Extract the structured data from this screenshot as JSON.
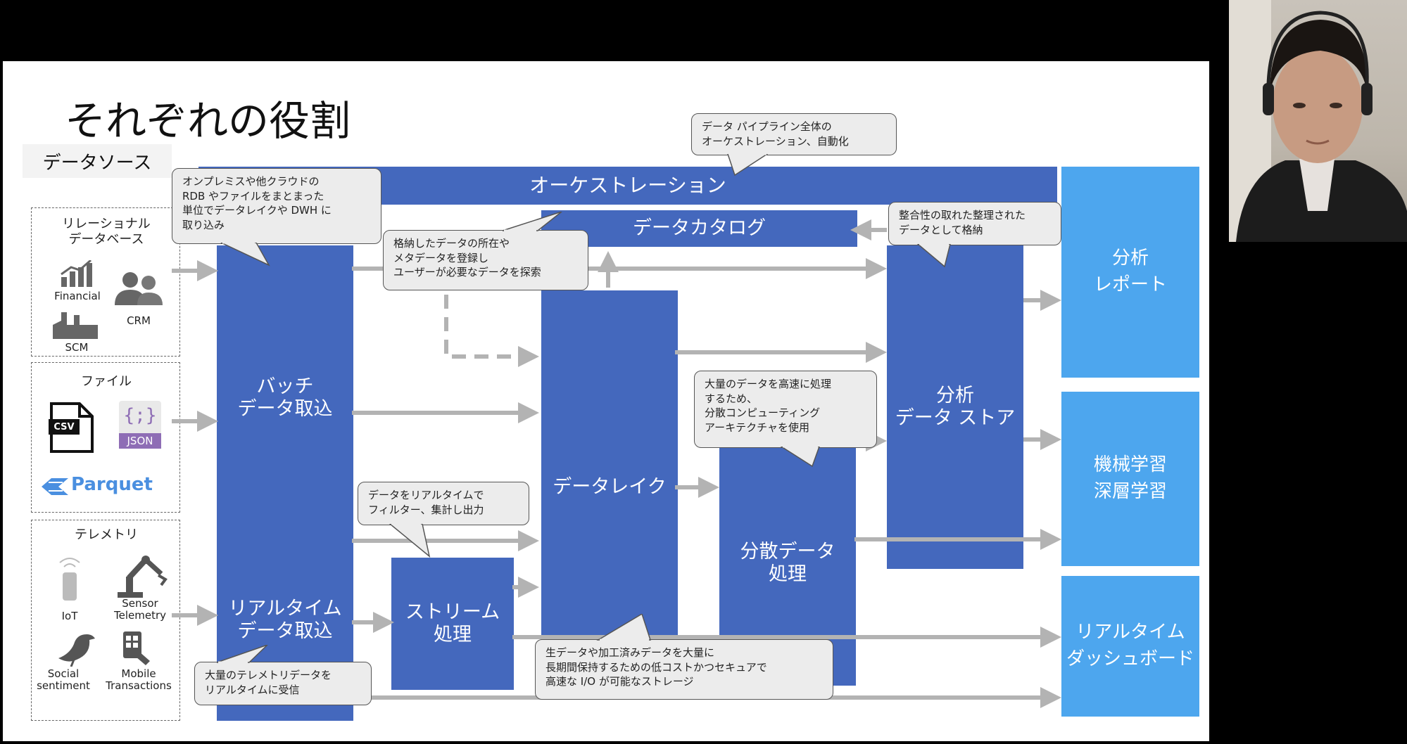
{
  "slide": {
    "title": "それぞれの役割",
    "data_source_header": "データソース",
    "sources": {
      "relational": {
        "title": "リレーショナル\nデータベース",
        "financial": "Financial",
        "crm": "CRM",
        "scm": "SCM"
      },
      "files": {
        "title": "ファイル",
        "csv": "CSV",
        "json": "JSON",
        "parquet": "Parquet"
      },
      "telemetry": {
        "title": "テレメトリ",
        "iot": "IoT",
        "sensor": "Sensor\nTelemetry",
        "social": "Social\nsentiment",
        "mobile": "Mobile\nTransactions"
      }
    },
    "blocks": {
      "orchestration": "オーケストレーション",
      "data_catalog": "データカタログ",
      "batch_ingest": "バッチ\nデータ取込",
      "realtime_ingest": "リアルタイム\nデータ取込",
      "stream": "ストリーム\n処理",
      "data_lake": "データレイク",
      "distributed": "分散データ\n処理",
      "analytics_store": "分析\nデータ ストア",
      "analytics_report": "分析\nレポート",
      "ml": "機械学習\n深層学習",
      "realtime_dashboard": "リアルタイム\nダッシュボード"
    },
    "callouts": {
      "orchestration": "データ パイプライン全体の\nオーケストレーション、自動化",
      "batch": "オンプレミスや他クラウドの\nRDB やファイルをまとまった\n単位でデータレイクや DWH に\n取り込み",
      "catalog": "格納したデータの所在や\nメタデータを登録し\nユーザーが必要なデータを探索",
      "store": "整合性の取れた整理された\nデータとして格納",
      "distributed": "大量のデータを高速に処理\nするため、\n分散コンピューティング\nアーキテクチャを使用",
      "stream": "データをリアルタイムで\nフィルター、集計し出力",
      "lake": "生データや加工済みデータを大量に\n長期間保持するための低コストかつセキュアで\n高速な I/O が可能なストレージ",
      "realtime": "大量のテレメトリデータを\nリアルタイムに受信"
    }
  },
  "colors": {
    "block": "#4468BD",
    "output": "#4DA6EE",
    "arrow": "#B3B3B3",
    "callout_bg": "#ECECEC"
  },
  "icons": [
    "bar-chart-icon",
    "users-icon",
    "factory-icon",
    "csv-file-icon",
    "json-file-icon",
    "parquet-logo",
    "iot-sensor-icon",
    "robot-arm-icon",
    "bird-icon",
    "mobile-transaction-icon"
  ]
}
